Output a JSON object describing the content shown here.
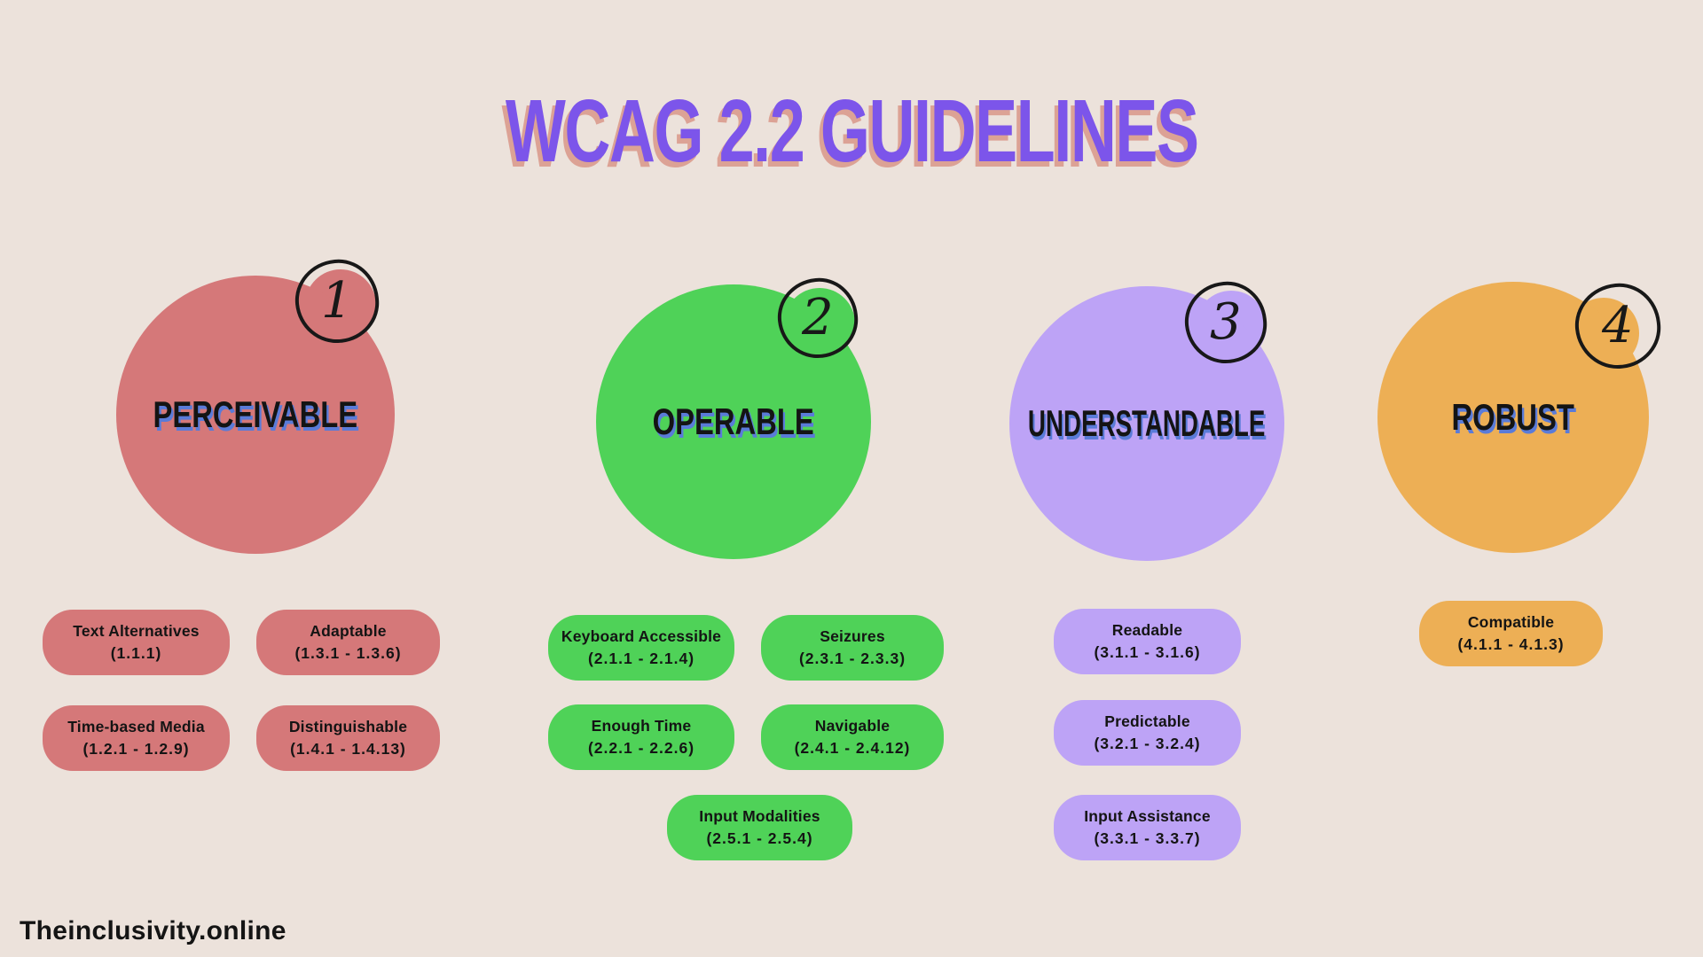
{
  "title": "WCAG 2.2 GUIDELINES",
  "footer": "Theinclusivity.online",
  "colors": {
    "background": "#ECE2DB",
    "title_text": "#7C55EA",
    "title_shadow": "#DCA295",
    "label_text": "#141414",
    "label_shadow": "#5A7BD8",
    "badge_outline": "#181818",
    "perceivable": "#D57879",
    "operable": "#4FD258",
    "understandable": "#BDA3F6",
    "robust": "#EDAF55"
  },
  "groups": [
    {
      "number": "1",
      "name": "PERCEIVABLE",
      "color": "#D57879",
      "pills": [
        {
          "title": "Text Alternatives",
          "range": "(1.1.1)"
        },
        {
          "title": "Adaptable",
          "range": "(1.3.1 - 1.3.6)"
        },
        {
          "title": "Time-based Media",
          "range": "(1.2.1 - 1.2.9)"
        },
        {
          "title": "Distinguishable",
          "range": "(1.4.1 - 1.4.13)"
        }
      ]
    },
    {
      "number": "2",
      "name": "OPERABLE",
      "color": "#4FD258",
      "pills": [
        {
          "title": "Keyboard Accessible",
          "range": "(2.1.1 - 2.1.4)"
        },
        {
          "title": "Seizures",
          "range": "(2.3.1 - 2.3.3)"
        },
        {
          "title": "Enough Time",
          "range": "(2.2.1 - 2.2.6)"
        },
        {
          "title": "Navigable",
          "range": "(2.4.1 - 2.4.12)"
        },
        {
          "title": "Input Modalities",
          "range": "(2.5.1 - 2.5.4)"
        }
      ]
    },
    {
      "number": "3",
      "name": "UNDERSTANDABLE",
      "color": "#BDA3F6",
      "pills": [
        {
          "title": "Readable",
          "range": "(3.1.1 - 3.1.6)"
        },
        {
          "title": "Predictable",
          "range": "(3.2.1 - 3.2.4)"
        },
        {
          "title": "Input Assistance",
          "range": "(3.3.1 - 3.3.7)"
        }
      ]
    },
    {
      "number": "4",
      "name": "ROBUST",
      "color": "#EDAF55",
      "pills": [
        {
          "title": "Compatible",
          "range": "(4.1.1 - 4.1.3)"
        }
      ]
    }
  ]
}
